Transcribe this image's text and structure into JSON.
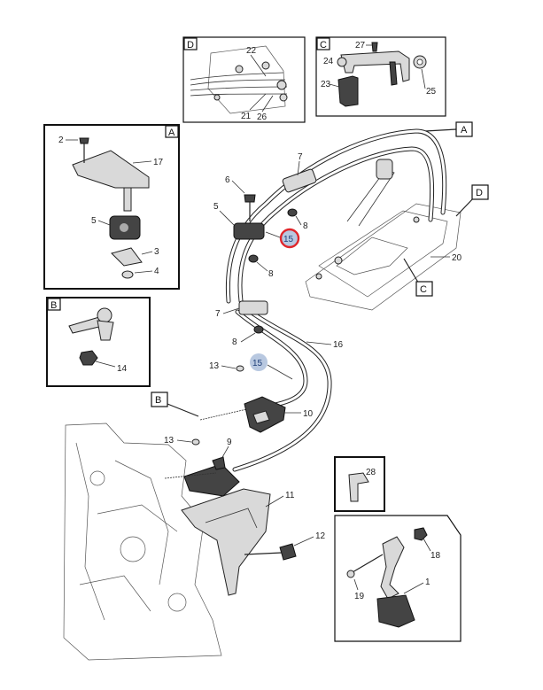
{
  "callouts": {
    "c1": "1",
    "c2": "2",
    "c3": "3",
    "c4": "4",
    "c5a": "5",
    "c5b": "5",
    "c6": "6",
    "c7a": "7",
    "c7b": "7",
    "c8a": "8",
    "c8b": "8",
    "c8c": "8",
    "c9": "9",
    "c10": "10",
    "c11": "11",
    "c12": "12",
    "c13a": "13",
    "c13b": "13",
    "c14": "14",
    "c15a": "15",
    "c15b": "15",
    "c16": "16",
    "c17": "17",
    "c18": "18",
    "c19": "19",
    "c20": "20",
    "c21": "21",
    "c22": "22",
    "c23": "23",
    "c24": "24",
    "c25": "25",
    "c26": "26",
    "c27": "27",
    "c28": "28"
  },
  "views": {
    "A": "A",
    "B": "B",
    "C": "C",
    "D": "D",
    "A2": "A",
    "B2": "B",
    "C2": "C",
    "D2": "D"
  },
  "highlight": {
    "active_callout": "15",
    "active_color": "#e0262b",
    "inactive_color": "#b8c8e0"
  }
}
